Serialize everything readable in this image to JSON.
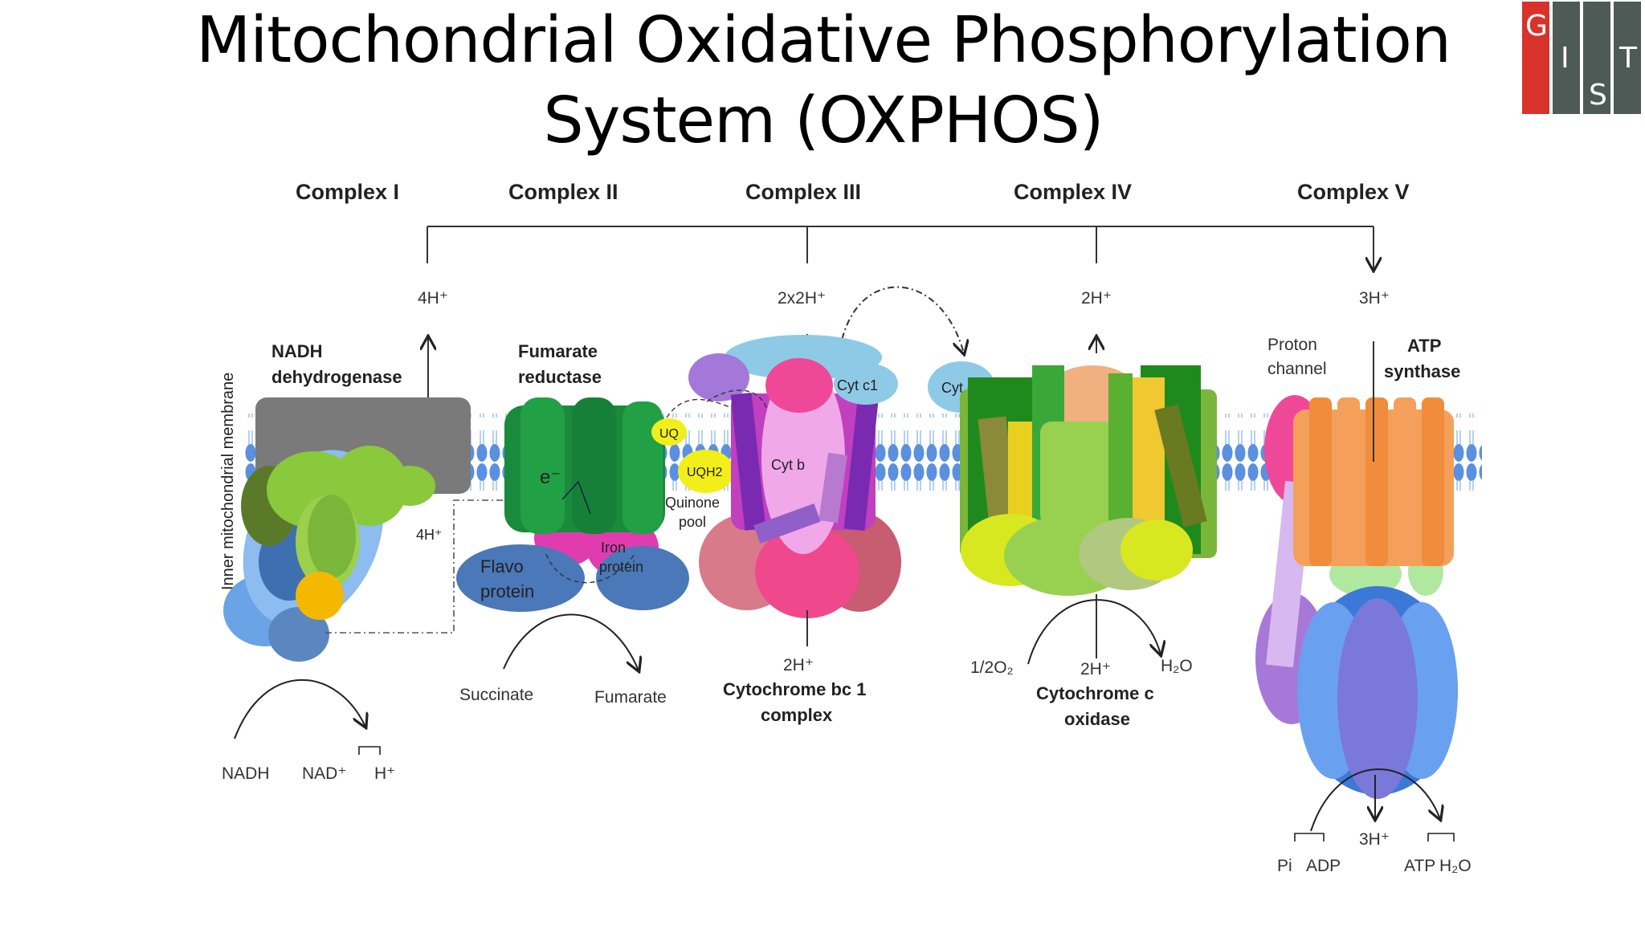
{
  "title_line1": "Mitochondrial Oxidative Phosphorylation",
  "title_line2": "System (OXPHOS)",
  "logo_letters": [
    "G",
    "I",
    "S",
    "T"
  ],
  "headers": {
    "c1": "Complex I",
    "c2": "Complex II",
    "c3": "Complex III",
    "c4": "Complex IV",
    "c5": "Complex V"
  },
  "protons": {
    "c1_top": "4H⁺",
    "c1_lower": "4H⁺",
    "c3_top": "2x2H⁺",
    "c3_bottom": "2H⁺",
    "c4_top": "2H⁺",
    "c4_bottom": "2H⁺",
    "c5_top": "3H⁺",
    "c5_bottom": "3H⁺"
  },
  "membrane_label": "Inner mitochondrial membrane",
  "complex1": {
    "name_line1": "NADH",
    "name_line2": "dehydrogenase",
    "substrate": "NADH",
    "product1": "NAD⁺",
    "product2": "H⁺"
  },
  "complex2": {
    "name_line1": "Fumarate",
    "name_line2": "reductase",
    "electron": "e⁻",
    "iron_line1": "Iron",
    "iron_line2": "protein",
    "flavo_line1": "Flavo",
    "flavo_line2": "protein",
    "substrate": "Succinate",
    "product": "Fumarate"
  },
  "quinone": {
    "uq": "UQ",
    "uqh2": "UQH2",
    "pool_line1": "Quinone",
    "pool_line2": "pool"
  },
  "complex3": {
    "cytb": "Cyt b",
    "cytc1": "Cyt c1",
    "name_line1": "Cytochrome bc 1",
    "name_line2": "complex"
  },
  "cytc": "Cyt c",
  "complex4": {
    "oxygen": "1/2O₂",
    "water": "H₂O",
    "name_line1": "Cytochrome c",
    "name_line2": "oxidase"
  },
  "complex5": {
    "proton_channel_line1": "Proton",
    "proton_channel_line2": "channel",
    "name_line1": "ATP",
    "name_line2": "synthase",
    "pi": "Pi",
    "adp": "ADP",
    "atp": "ATP",
    "water": "H₂O"
  },
  "colors": {
    "logo_red": "#d9322b",
    "logo_gray": "#4d5a55",
    "membrane_blue": "#6b9ee6",
    "complex1_gray": "#7a7a7a",
    "complex2_green": "#1a8a3c",
    "complex3_magenta": "#d63cc8",
    "cytc_blue": "#8ecae6",
    "complex4_green": "#2e9b2e",
    "complex5_orange": "#f5a05a"
  }
}
